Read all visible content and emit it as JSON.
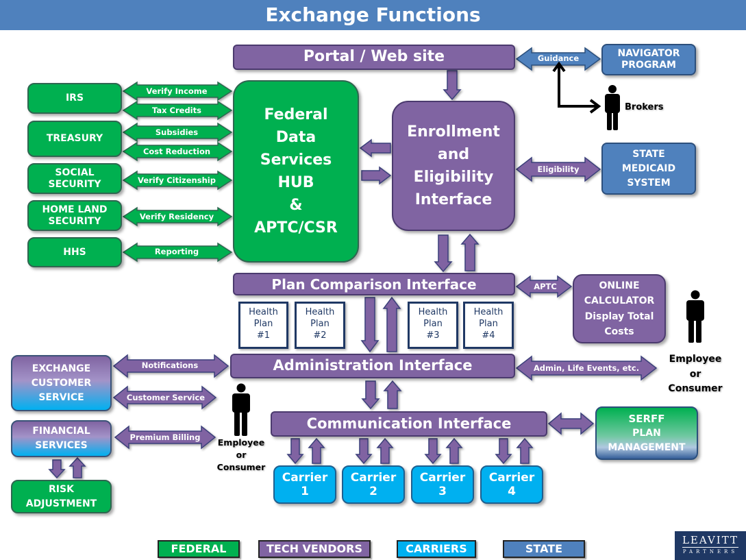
{
  "title": "Exchange Functions",
  "colors": {
    "federal": "#00b050",
    "tech_vendors": "#8064a2",
    "carriers": "#00b0f0",
    "state": "#4f81bd"
  },
  "portal": {
    "label": "Portal / Web site"
  },
  "navigator": {
    "line1": "NAVIGATOR",
    "line2": "PROGRAM"
  },
  "guidance_label": "Guidance",
  "brokers_label": "Brokers",
  "federal_agencies": [
    {
      "line1": "IRS",
      "line2": ""
    },
    {
      "line1": "TREASURY",
      "line2": ""
    },
    {
      "line1": "SOCIAL",
      "line2": "SECURITY"
    },
    {
      "line1": "HOME LAND",
      "line2": "SECURITY"
    },
    {
      "line1": "HHS",
      "line2": ""
    }
  ],
  "agency_flows": [
    "Verify Income",
    "Tax Credits",
    "Subsidies",
    "Cost Reduction",
    "Verify Citizenship",
    "Verify Residency",
    "Reporting"
  ],
  "hub": {
    "lines": [
      "Federal",
      "Data",
      "Services",
      "HUB",
      "&",
      "APTC/CSR"
    ]
  },
  "enrollment": {
    "lines": [
      "Enrollment",
      "and",
      "Eligibility",
      "Interface"
    ]
  },
  "eligibility_label": "Eligibility",
  "medicaid": {
    "lines": [
      "STATE",
      "MEDICAID",
      "SYSTEM"
    ]
  },
  "plan_comparison": {
    "label": "Plan Comparison Interface"
  },
  "aptc_label": "APTC",
  "calculator": {
    "lines": [
      "ONLINE",
      "CALCULATOR",
      "Display Total",
      "Costs"
    ]
  },
  "health_plans": [
    {
      "line1": "Health",
      "line2": "Plan",
      "line3": "#1"
    },
    {
      "line1": "Health",
      "line2": "Plan",
      "line3": "#2"
    },
    {
      "line1": "Health",
      "line2": "Plan",
      "line3": "#3"
    },
    {
      "line1": "Health",
      "line2": "Plan",
      "line3": "#4"
    }
  ],
  "administration": {
    "label": "Administration Interface"
  },
  "admin_flow_label": "Admin, Life Events, etc.",
  "employee_right": {
    "line1": "Employee",
    "line2": "or",
    "line3": "Consumer"
  },
  "exchange_cs": {
    "lines": [
      "EXCHANGE",
      "CUSTOMER",
      "SERVICE"
    ]
  },
  "notifications_label": "Notifications",
  "customer_service_label": "Customer Service",
  "financial": {
    "lines": [
      "FINANCIAL",
      "SERVICES"
    ]
  },
  "premium_billing_label": "Premium Billing",
  "employee_left": {
    "line1": "Employee",
    "line2": "or",
    "line3": "Consumer"
  },
  "risk": {
    "lines": [
      "RISK",
      "ADJUSTMENT"
    ]
  },
  "communication": {
    "label": "Communication Interface"
  },
  "serff": {
    "lines": [
      "SERFF",
      "PLAN",
      "MANAGEMENT"
    ]
  },
  "carriers": [
    {
      "line1": "Carrier",
      "line2": "1"
    },
    {
      "line1": "Carrier",
      "line2": "2"
    },
    {
      "line1": "Carrier",
      "line2": "3"
    },
    {
      "line1": "Carrier",
      "line2": "4"
    }
  ],
  "legend": [
    {
      "label": "FEDERAL"
    },
    {
      "label": "TECH VENDORS"
    },
    {
      "label": "CARRIERS"
    },
    {
      "label": "STATE"
    }
  ],
  "logo": {
    "line1": "LEAVITT",
    "line2": "PARTNERS"
  }
}
